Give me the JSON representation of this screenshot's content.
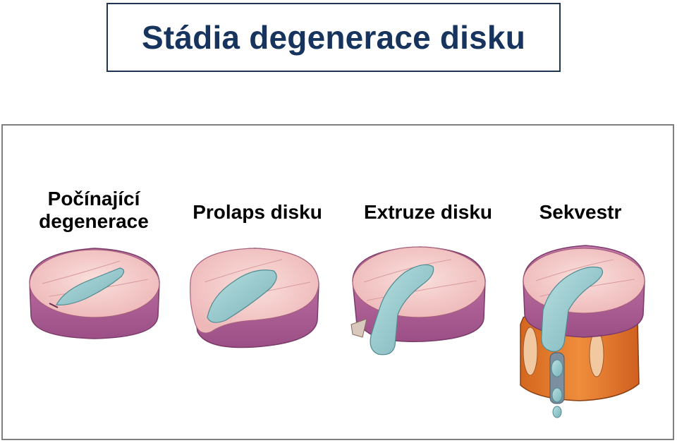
{
  "title": "Stádia degenerace disku",
  "stages": [
    {
      "label": "Počínající degenerace",
      "name": "stage-early-degeneration"
    },
    {
      "label": "Prolaps disku",
      "name": "stage-prolapse"
    },
    {
      "label": "Extruze disku",
      "name": "stage-extrusion"
    },
    {
      "label": "Sekvestr",
      "name": "stage-sequestration"
    }
  ],
  "colors": {
    "title": "#17345e",
    "annulus_top": "#f3c9c6",
    "annulus_side": "#b5639b",
    "nucleus": "#8fc3c8",
    "vertebra": "#e27a2b"
  }
}
